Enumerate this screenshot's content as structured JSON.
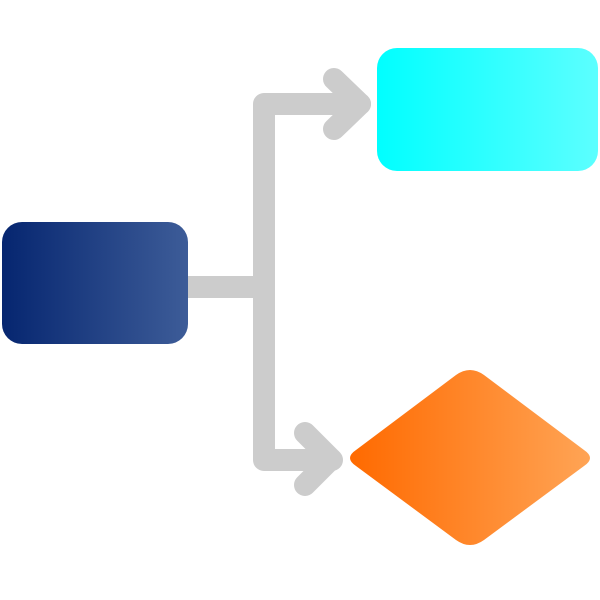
{
  "diagram": {
    "type": "flowchart-icon",
    "nodes": [
      {
        "id": "source",
        "shape": "rounded-rectangle",
        "colors": [
          "#062670",
          "#3d5c98"
        ]
      },
      {
        "id": "target-top",
        "shape": "rounded-rectangle",
        "colors": [
          "#00ffff",
          "#5cffff"
        ]
      },
      {
        "id": "target-bottom",
        "shape": "diamond",
        "colors": [
          "#ff6a00",
          "#ffa455"
        ]
      }
    ],
    "edges": [
      {
        "from": "source",
        "to": "target-top",
        "arrow": true
      },
      {
        "from": "source",
        "to": "target-bottom",
        "arrow": true
      }
    ],
    "connector_color": "#cccccc"
  }
}
